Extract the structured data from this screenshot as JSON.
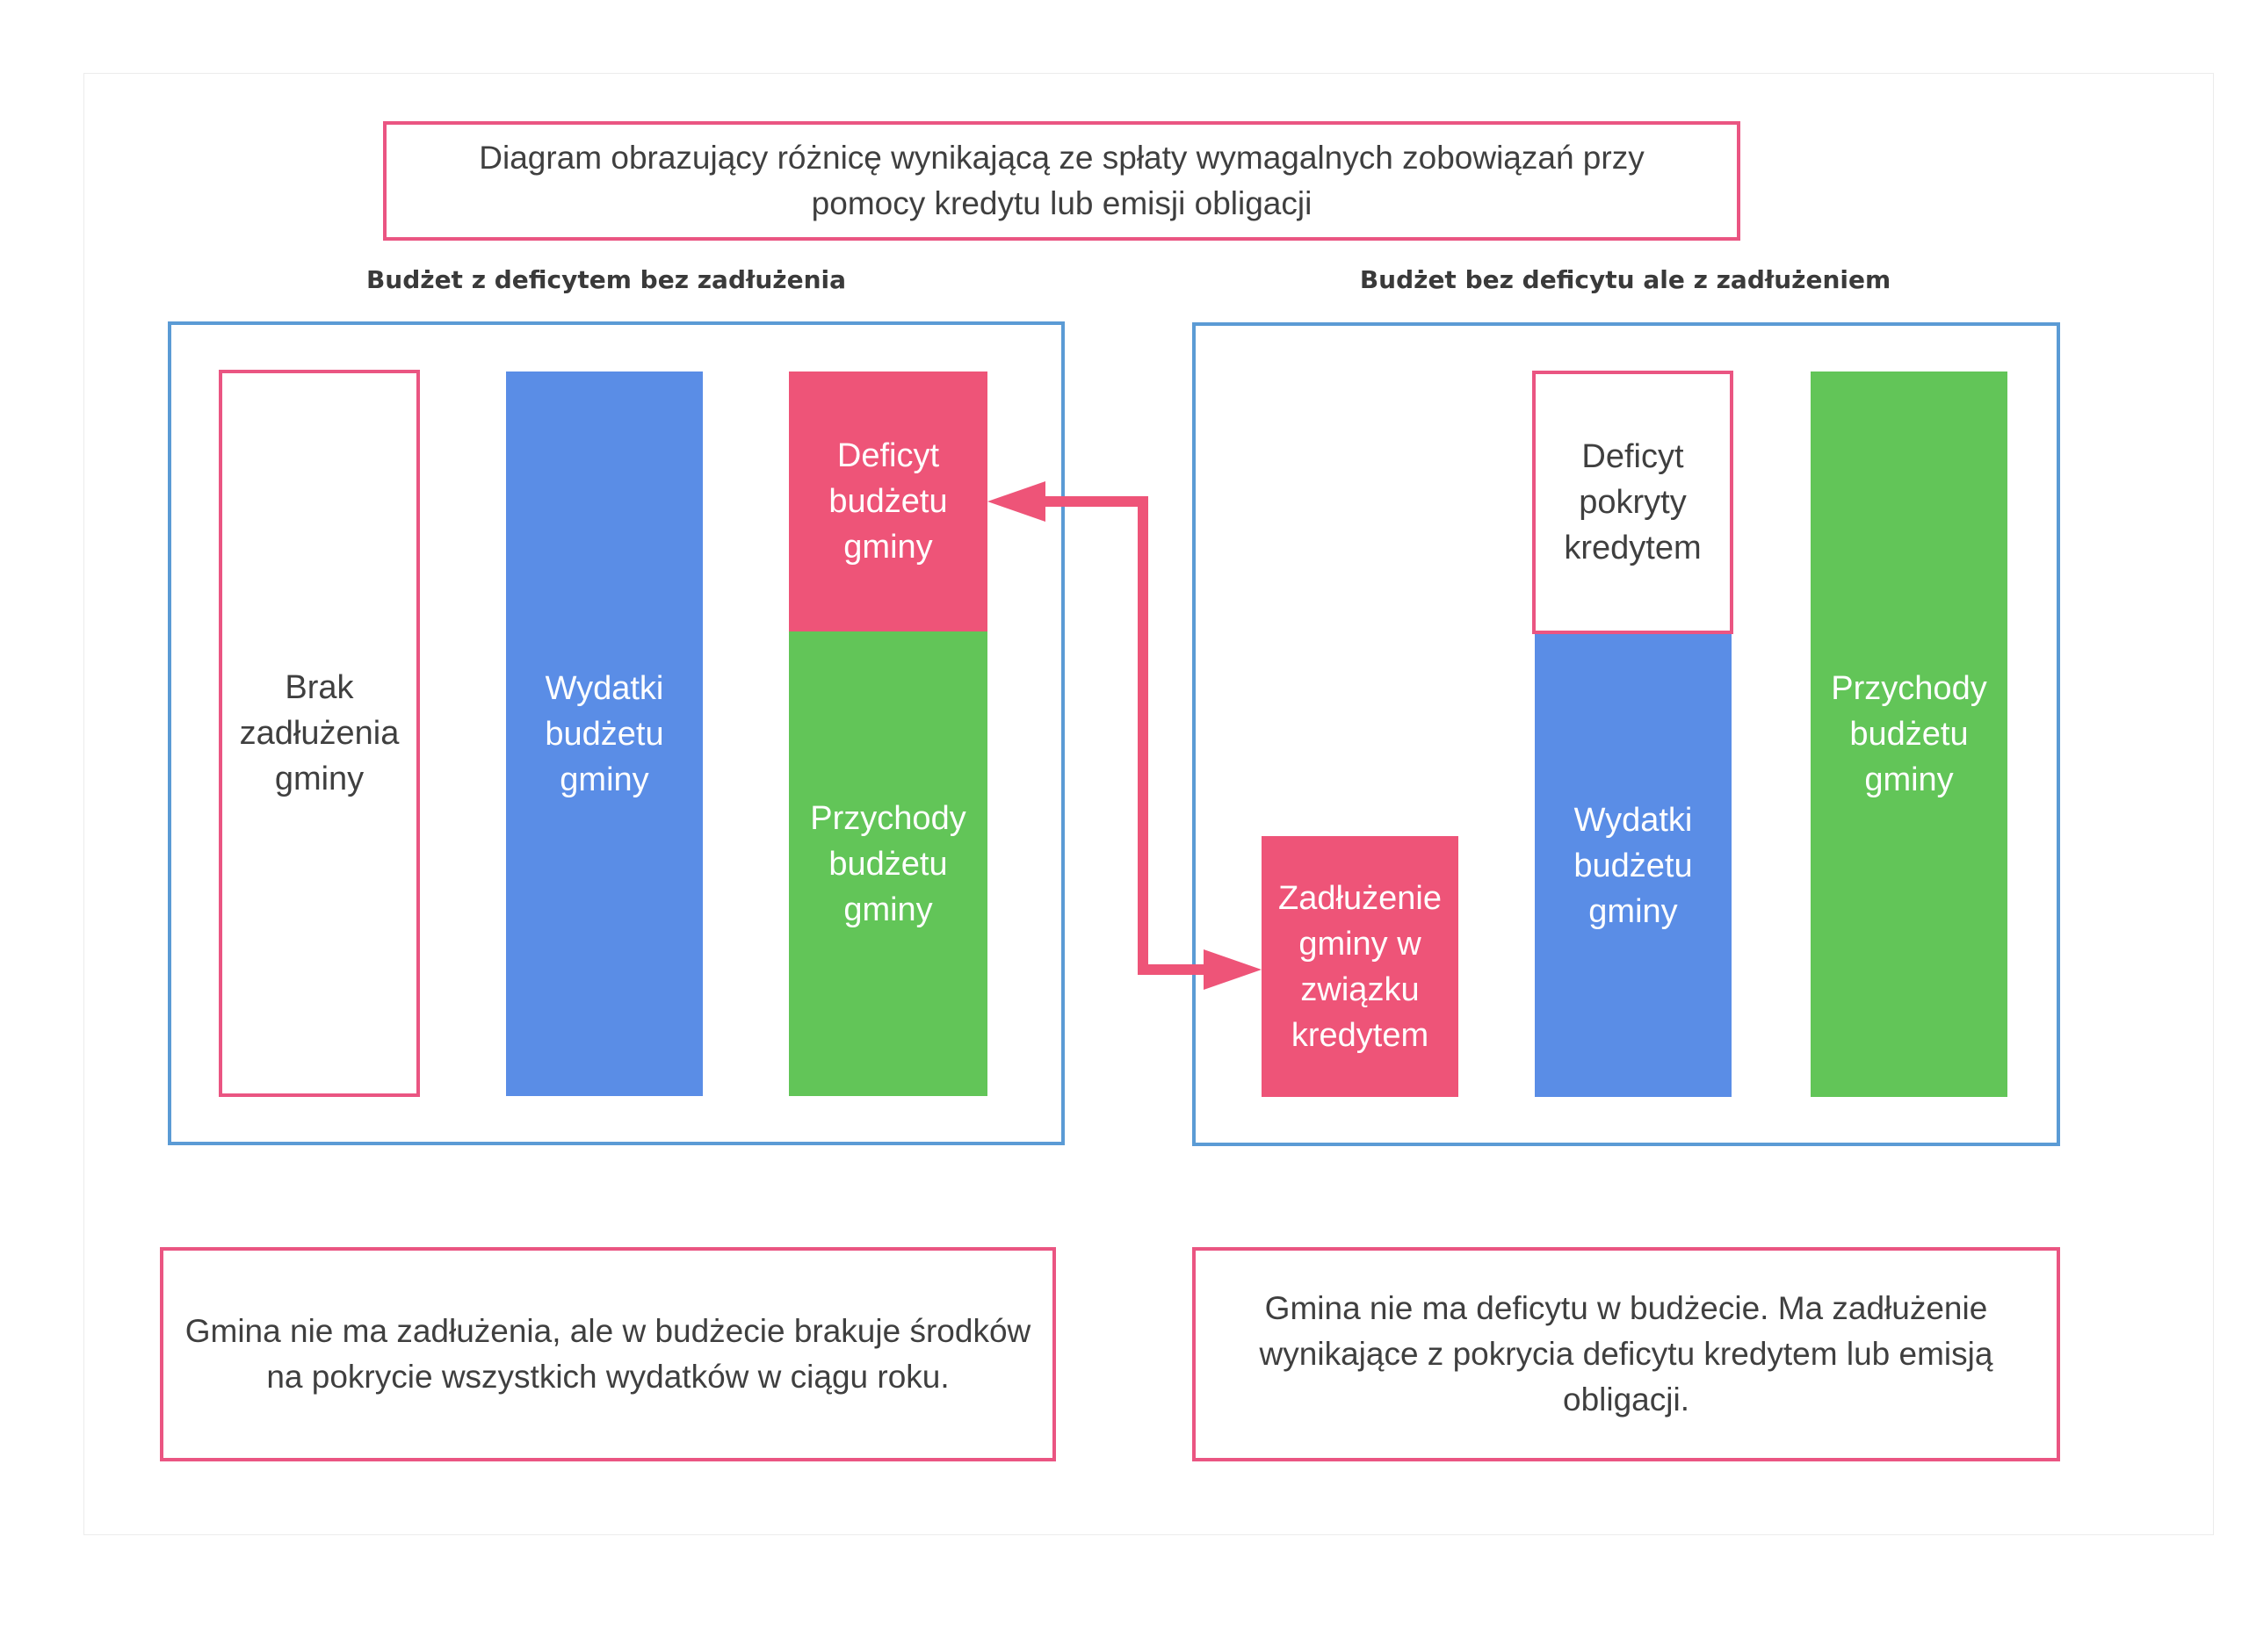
{
  "title": "Diagram obrazujący różnicę wynikającą ze spłaty wymagalnych zobowiązań przy pomocy kredytu lub emisji obligacji",
  "left_panel": {
    "heading": "Budżet z deficytem bez zadłużenia",
    "bars": {
      "no_debt": "Brak\nzadłużenia\ngminy",
      "expenses": "Wydatki\nbudżetu\ngminy",
      "deficit": "Deficyt\nbudżetu\ngminy",
      "revenue": "Przychody\nbudżetu\ngminy"
    },
    "note": "Gmina nie ma zadłużenia, ale w budżecie brakuje środków na pokrycie wszystkich wydatków w ciągu roku."
  },
  "right_panel": {
    "heading": "Budżet bez deficytu ale z zadłużeniem",
    "bars": {
      "debt_credit": "Zadłużenie\ngminy w\nzwiązku\nkredytem",
      "deficit_covered": "Deficyt\npokryty\nkredytem",
      "expenses": "Wydatki\nbudżetu\ngminy",
      "revenue": "Przychody\nbudżetu\ngminy"
    },
    "note": "Gmina  nie ma deficytu w budżecie. Ma zadłużenie wynikające z pokrycia deficytu kredytem lub emisją obligacji."
  },
  "colors": {
    "pink": "#ee5478",
    "blue": "#5a8de6",
    "green": "#62c558",
    "frame_blue": "#5b9bd5",
    "frame_pink": "#ea5582"
  }
}
